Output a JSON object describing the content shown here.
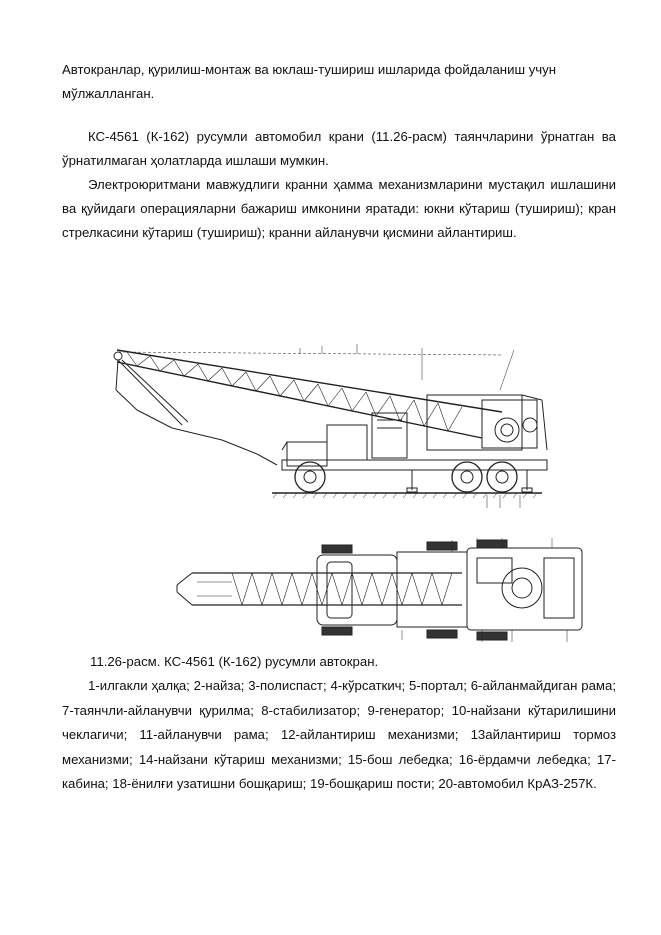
{
  "paragraphs": [
    "Автокранлар, қурилиш-монтаж ва юклаш-тушириш ишларида фойдаланиш учун мўлжалланган.",
    "КС-4561 (К-162) русумли автомобил крани (11.26-расм) таянчларини ўрнатган ва ўрнатилмаган ҳолатларда ишлаши мумкин.",
    "Электроюритмани мавжудлиги кранни ҳамма механизмларини мустақил ишлашини ва қуйидаги операцияларни бажариш имконини яратади: юкни кўтариш (тушириш); кран стрелкасини кўтариш (тушириш); кранни айланувчи қисмини айлантириш."
  ],
  "figure": {
    "caption": "11.26-расм. КС-4561 (К-162) русумли автокран.",
    "legend": "1-илгакли ҳалқа; 2-найза; 3-полиспаст; 4-кўрсаткич; 5-портал; 6-айланмайдиган рама; 7-таянчли-айланувчи қурилма; 8-стабилизатор; 9-генератор; 10-найзани кўтарилишини чеклагичи; 11-айланувчи рама; 12-айлантириш механизми; 13айлантириш тормоз механизми; 14-найзани кўтариш механизми; 15-бош лебедка; 16-ёрдамчи лебедка; 17-кабина; 18-ёнилғи узатишни бошқариш; 19-бошқариш пости; 20-автомобил КрАЗ-257К."
  }
}
